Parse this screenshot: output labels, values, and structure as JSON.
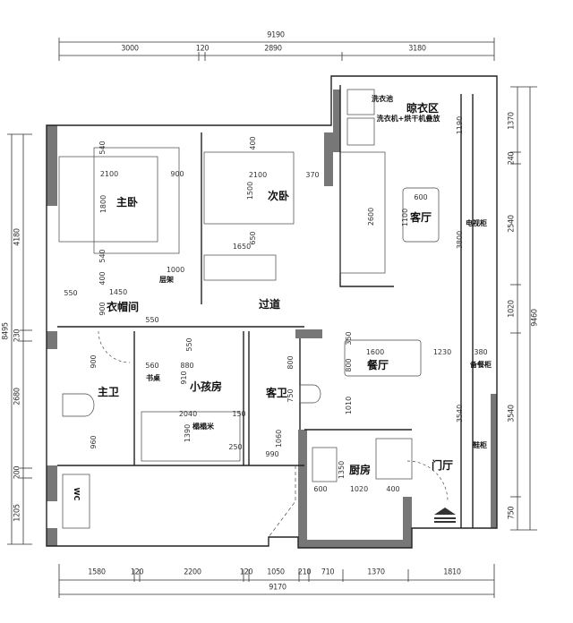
{
  "top_dims": {
    "total": "9190",
    "segments": [
      "3000",
      "120",
      "2890",
      "3180"
    ]
  },
  "bottom_dims": {
    "total": "9170",
    "segments": [
      "1580",
      "120",
      "2200",
      "120",
      "1050",
      "210",
      "710",
      "1370",
      "1810"
    ]
  },
  "left_dims": {
    "total": "8495",
    "segments": [
      "4180",
      "230",
      "2680",
      "200",
      "1205"
    ]
  },
  "right_dims": {
    "total": "9460",
    "segments": [
      "1370",
      "240",
      "2540",
      "1020",
      "3540",
      "750"
    ]
  },
  "rooms": {
    "master_bedroom": "主卧",
    "second_bedroom": "次卧",
    "drying_area": "晾衣区",
    "living_room": "客厅",
    "walk_in_closet": "衣帽间",
    "corridor": "过道",
    "master_bath": "主卫",
    "kids_room": "小孩房",
    "guest_bath": "客卫",
    "dining_room": "餐厅",
    "kitchen": "厨房",
    "foyer": "门厅"
  },
  "notes": {
    "laundry_sink": "洗衣池",
    "washer_dryer": "洗衣机+烘干机叠放",
    "tv_cabinet": "电视柜",
    "shelf": "层架",
    "desk": "书桌",
    "tatami": "榻榻米",
    "pantry_cabinet": "备餐柜",
    "shoe_cabinet": "鞋柜",
    "wc": "WC"
  },
  "interior_dims": {
    "mb_540_top": "540",
    "mb_2100": "2100",
    "mb_900": "900",
    "mb_1800": "1800",
    "mb_540_bottom": "540",
    "mb_400": "400",
    "mb_1000": "1000",
    "mb_1450": "1450",
    "mb_550": "550",
    "closet_900": "900",
    "sb_400": "400",
    "sb_2100": "2100",
    "sb_1500": "1500",
    "sb_370": "370",
    "sb_650": "650",
    "sb_1650": "1650",
    "lr_1190": "1190",
    "lr_600": "600",
    "lr_1100": "1100",
    "lr_2600": "2600",
    "lr_3800": "3800",
    "corr_550": "550",
    "mbath_900": "900",
    "mbath_960": "960",
    "kid_550": "550",
    "kid_560": "560",
    "kid_880": "880",
    "kid_910": "910",
    "kid_2040": "2040",
    "kid_1390": "1390",
    "kid_150": "150",
    "kid_250": "250",
    "gb_800": "800",
    "gb_750": "750",
    "gb_1060": "1060",
    "gb_990": "990",
    "dr_350": "350",
    "dr_1600": "1600",
    "dr_1230": "1230",
    "dr_380": "380",
    "dr_800": "800",
    "dr_1010": "1010",
    "dr_3540": "3540",
    "k_1350": "1350",
    "k_600": "600",
    "k_1020": "1020",
    "k_400": "400"
  }
}
